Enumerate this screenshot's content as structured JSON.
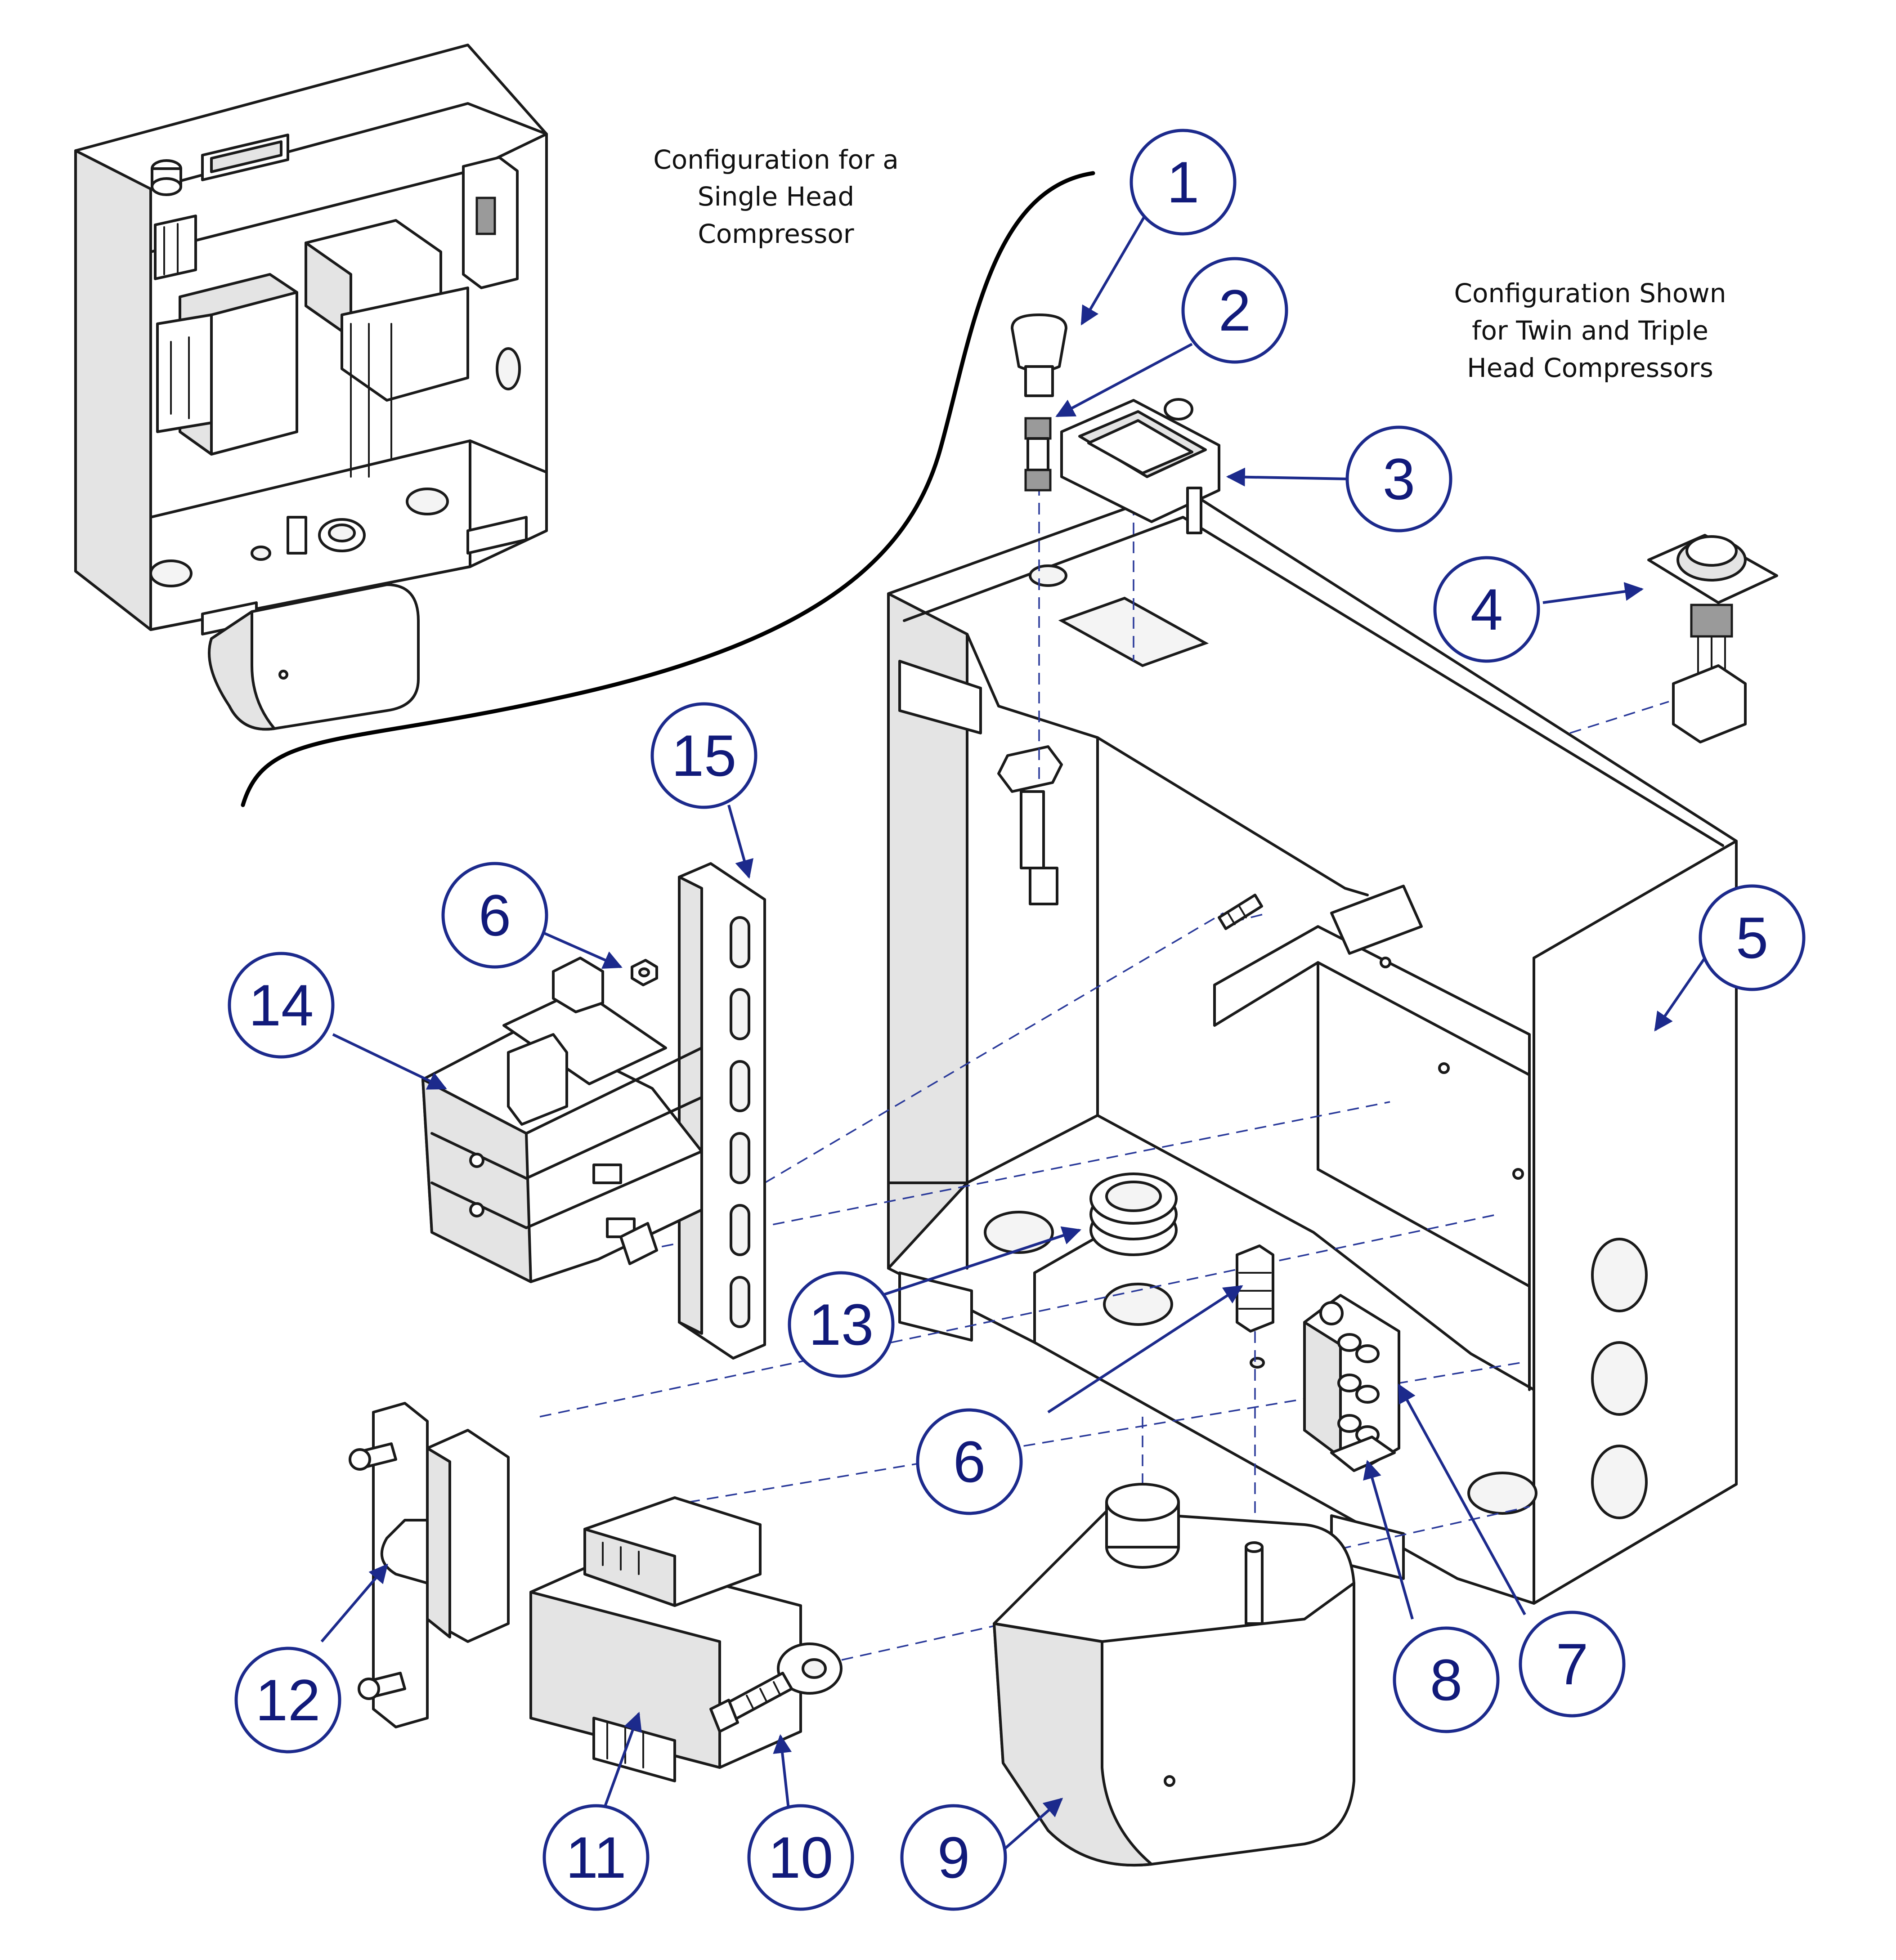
{
  "notes": {
    "single_head": [
      "Configuration for a",
      "Single Head",
      "Compressor"
    ],
    "twin_triple": [
      "Configuration Shown",
      "for Twin and Triple",
      "Head Compressors"
    ]
  },
  "callouts": [
    "1",
    "2",
    "3",
    "4",
    "5",
    "6",
    "6",
    "7",
    "8",
    "9",
    "10",
    "11",
    "12",
    "13",
    "14",
    "15"
  ],
  "colors": {
    "callout": "#1c2a8c",
    "line": "#1a1a1a",
    "leader": "#1c2a8c"
  }
}
